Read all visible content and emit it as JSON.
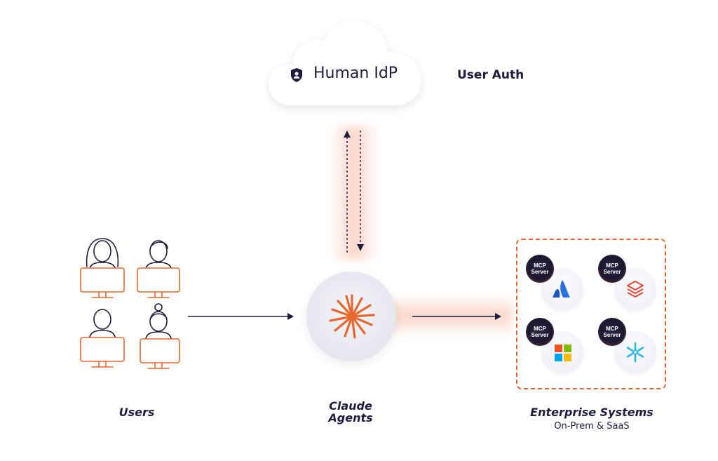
{
  "idp": {
    "label": "Human IdP",
    "icon": "shield-user-icon"
  },
  "user_auth": {
    "label": "User Auth"
  },
  "users": {
    "label": "Users",
    "count": 4
  },
  "agents": {
    "label_line1": "Claude",
    "label_line2": "Agents"
  },
  "enterprise": {
    "title": "Enterprise Systems",
    "subtitle": "On-Prem & SaaS"
  },
  "mcp": [
    {
      "badge_line1": "MCP",
      "badge_line2": "Server",
      "logo": "atlassian-icon"
    },
    {
      "badge_line1": "MCP",
      "badge_line2": "Server",
      "logo": "databricks-icon"
    },
    {
      "badge_line1": "MCP",
      "badge_line2": "Server",
      "logo": "microsoft-icon"
    },
    {
      "badge_line1": "MCP",
      "badge_line2": "Server",
      "logo": "snowflake-icon"
    }
  ],
  "colors": {
    "accent": "#e8672f",
    "navy": "#1f1d3d",
    "glow": "#f7b8a0"
  }
}
